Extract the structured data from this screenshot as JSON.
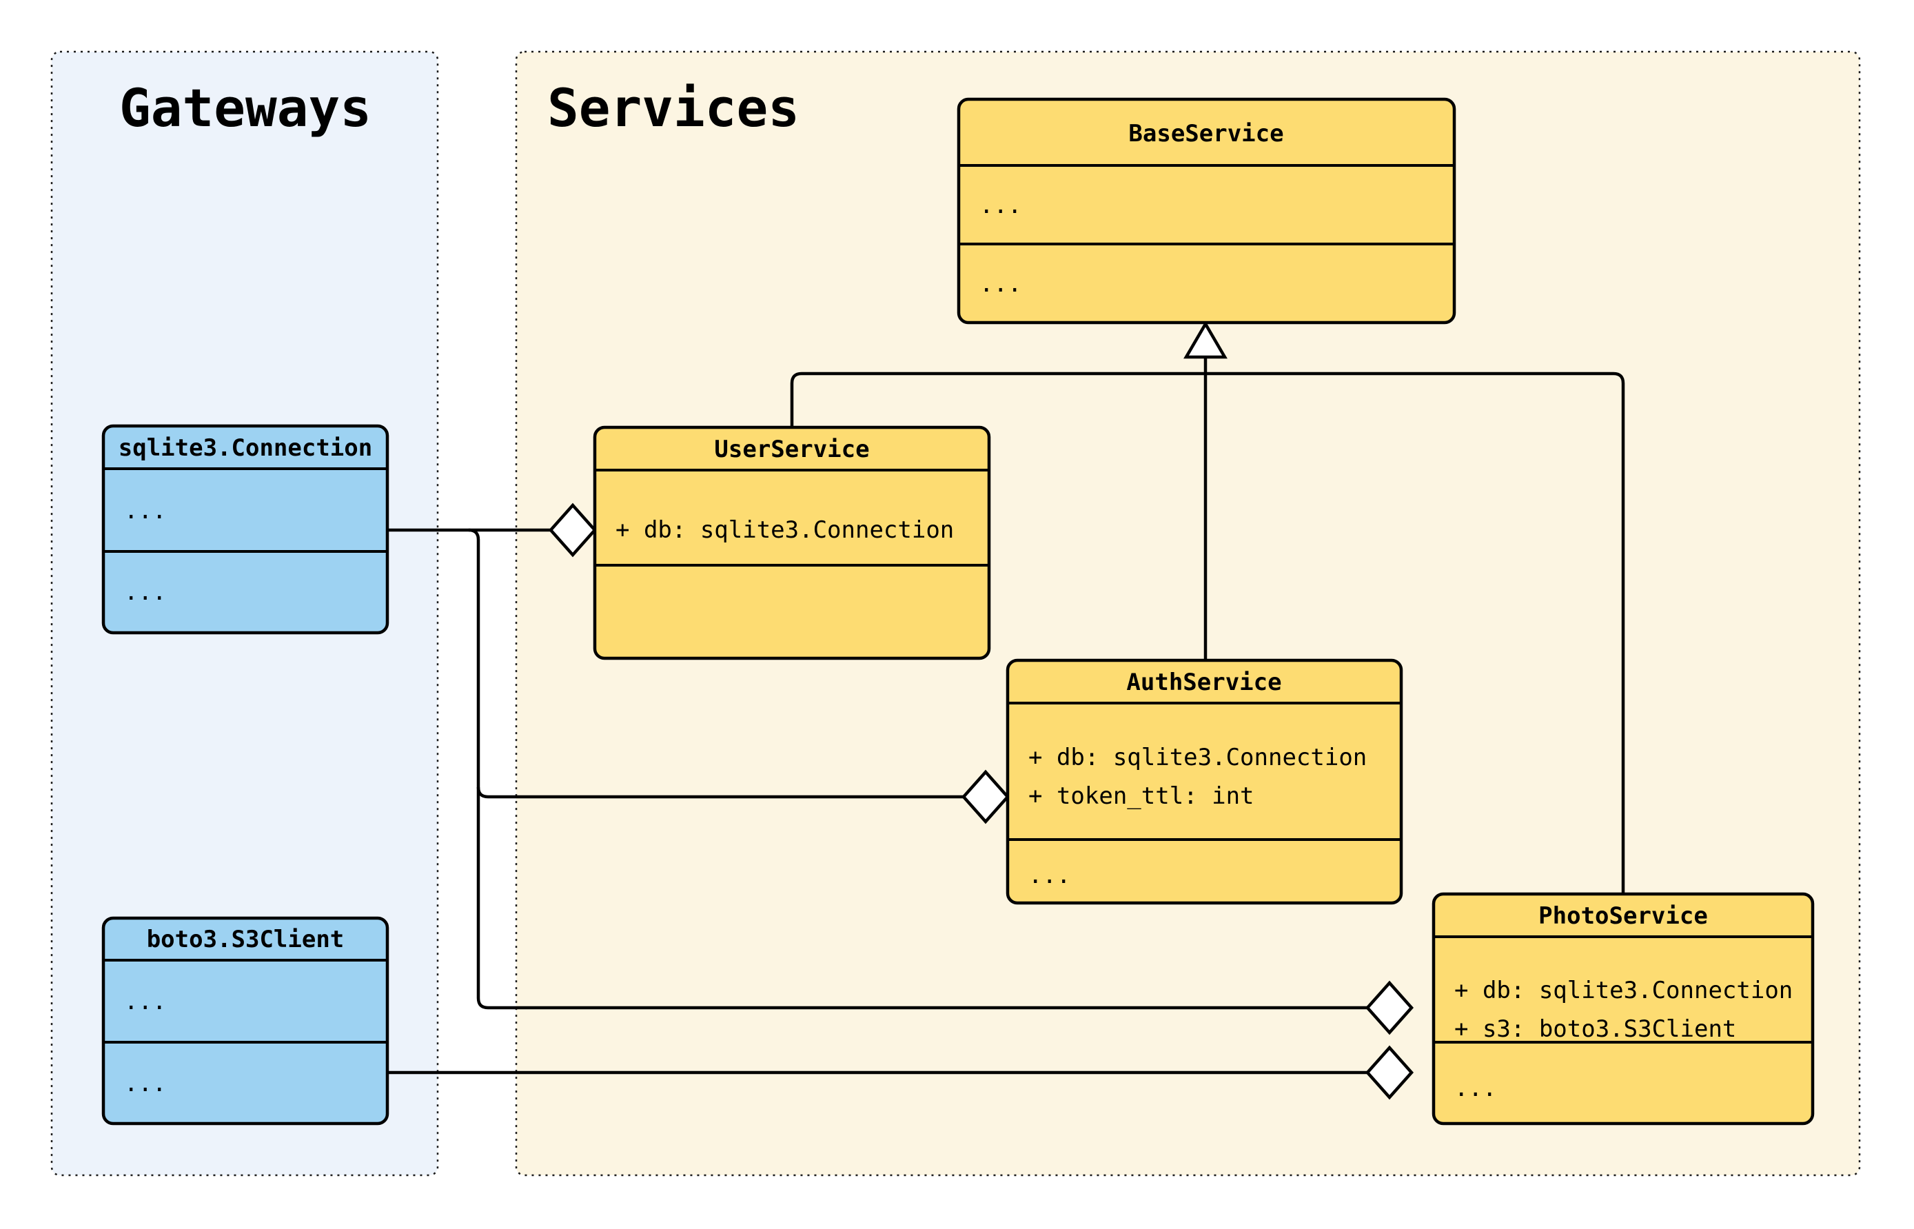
{
  "colors": {
    "canvas_bg": "#ffffff",
    "gateways_panel_bg": "#edf3fb",
    "services_panel_bg": "#fcf5e2",
    "gateway_class_fill": "#9dd2f2",
    "service_class_fill": "#fddc72",
    "stroke": "#000000",
    "panel_border": "#1a1a1a"
  },
  "panels": {
    "gateways": {
      "title": "Gateways"
    },
    "services": {
      "title": "Services"
    }
  },
  "classes": {
    "sqlite3_connection": {
      "name": "sqlite3.Connection",
      "attributes_placeholder": "...",
      "methods_placeholder": "..."
    },
    "boto3_s3client": {
      "name": "boto3.S3Client",
      "attributes_placeholder": "...",
      "methods_placeholder": "..."
    },
    "base_service": {
      "name": "BaseService",
      "attributes_placeholder": "...",
      "methods_placeholder": "..."
    },
    "user_service": {
      "name": "UserService",
      "attr_db": "+ db: sqlite3.Connection"
    },
    "auth_service": {
      "name": "AuthService",
      "attr_db": "+ db: sqlite3.Connection",
      "attr_token_ttl": "+ token_ttl: int",
      "methods_placeholder": "..."
    },
    "photo_service": {
      "name": "PhotoService",
      "attr_db": "+ db: sqlite3.Connection",
      "attr_s3": "+ s3: boto3.S3Client",
      "methods_placeholder": "..."
    }
  },
  "relationships": [
    {
      "type": "inheritance",
      "from": "UserService",
      "to": "BaseService"
    },
    {
      "type": "inheritance",
      "from": "AuthService",
      "to": "BaseService"
    },
    {
      "type": "inheritance",
      "from": "PhotoService",
      "to": "BaseService"
    },
    {
      "type": "aggregation",
      "from": "UserService",
      "to": "sqlite3.Connection",
      "via": "db"
    },
    {
      "type": "aggregation",
      "from": "AuthService",
      "to": "sqlite3.Connection",
      "via": "db"
    },
    {
      "type": "aggregation",
      "from": "PhotoService",
      "to": "sqlite3.Connection",
      "via": "db"
    },
    {
      "type": "aggregation",
      "from": "PhotoService",
      "to": "boto3.S3Client",
      "via": "s3"
    }
  ]
}
